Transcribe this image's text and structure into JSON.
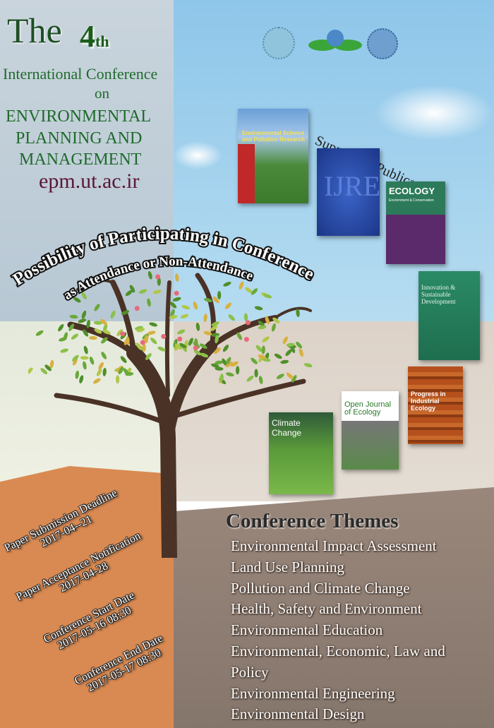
{
  "header": {
    "the": "The",
    "edition_num": "4",
    "edition_suffix": "th",
    "line1": "International Conference",
    "line2": "on",
    "line3": "ENVIRONMENTAL",
    "line4": "PLANNING AND",
    "line5": "MANAGEMENT",
    "website": "epm.ut.ac.ir"
  },
  "participation": {
    "line1": "Possibility of Participating in Conference",
    "line2": "as Attendance or Non-Attendance"
  },
  "publications": {
    "heading": "Supporting Publications",
    "journals": [
      {
        "title": "Environmental Science and Pollution Research"
      },
      {
        "title": "IJRE"
      },
      {
        "title": "ECOLOGY",
        "subtitle": "Environment & Conservation"
      },
      {
        "title": "Innovation & Sustainable Development"
      },
      {
        "title": "Progress in Industrial Ecology"
      },
      {
        "title": "Open Journal of Ecology"
      },
      {
        "title": "Climate Change"
      }
    ]
  },
  "dates": [
    {
      "label": "Paper Submission Deadline",
      "value": "2017-04--21"
    },
    {
      "label": "Paper Acceptance  Notification",
      "value": "2017-04-28"
    },
    {
      "label": "Conference Start Date",
      "value": "2017-05-16 08:30"
    },
    {
      "label": "Conference End Date",
      "value": "2017-05-17 08:30"
    }
  ],
  "themes": {
    "heading": "Conference Themes",
    "items": [
      "Environmental Impact Assessment",
      "Land Use Planning",
      "Pollution and Climate Change",
      "Health, Safety and Environment",
      "Environmental Education",
      "Environmental, Economic, Law and",
      "Policy",
      "Environmental Engineering",
      "Environmental Design"
    ]
  },
  "colors": {
    "title_green": "#1f6a2c",
    "url_maroon": "#5b1637",
    "sky": "#a7d2ec",
    "soil_orange": "#d88a50",
    "soil_brown": "#8b7a6e"
  }
}
